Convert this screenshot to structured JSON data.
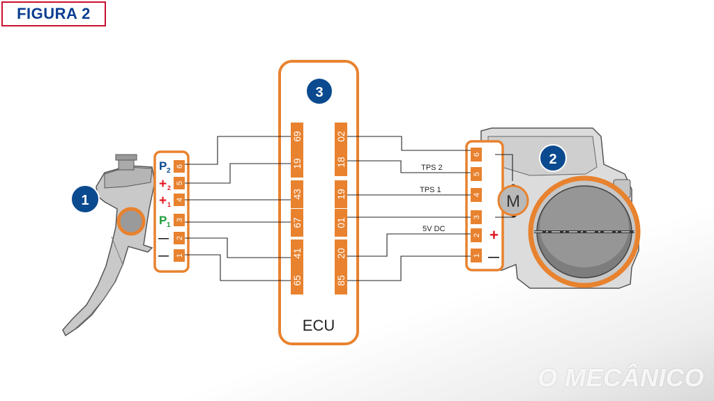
{
  "figure_label": "FIGURA 2",
  "watermark": "O MECÂNICO",
  "badges": {
    "pedal": "1",
    "throttle": "2",
    "ecu": "3"
  },
  "ecu": {
    "label": "ECU",
    "left_pins": [
      "69",
      "19",
      "43",
      "67",
      "41",
      "65"
    ],
    "right_pins": [
      "02",
      "18",
      "19",
      "01",
      "20",
      "85"
    ]
  },
  "pedal_connector": {
    "pins": [
      "6",
      "5",
      "4",
      "3",
      "2",
      "1"
    ],
    "signals": {
      "p2": "P",
      "p2_sub": "2",
      "plus_a": "+",
      "plus_a_sub": "2",
      "plus_b": "+",
      "plus_b_sub": "1",
      "p1": "P",
      "p1_sub": "1",
      "minus_a": "—",
      "minus_b": "—"
    }
  },
  "throttle_connector": {
    "pins": [
      "6",
      "5",
      "4",
      "3",
      "2",
      "1"
    ],
    "plus": "+",
    "minus": "—",
    "motor_label": "M"
  },
  "wire_labels": {
    "tps2": "TPS 2",
    "tps1": "TPS 1",
    "vdc": "5V DC"
  },
  "colors": {
    "orange": "#e8822f",
    "blue_badge": "#0b4a8f",
    "red": "#e0141e",
    "green": "#1e9c3a",
    "title_red": "#c8102e"
  }
}
